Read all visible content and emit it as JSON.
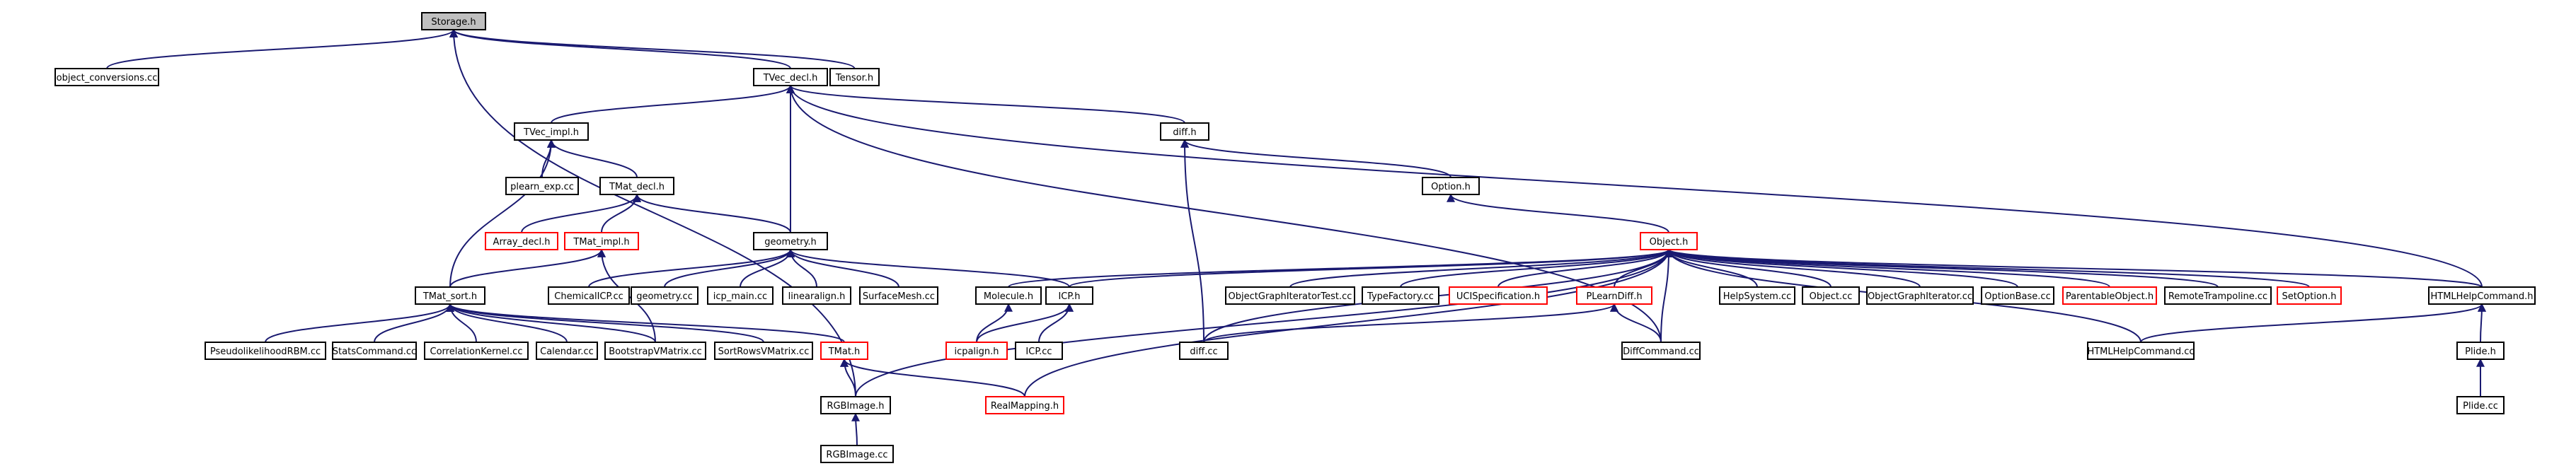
{
  "colors": {
    "edge": "#191970",
    "node_border": "#000000",
    "node_border_truncated": "#ff0000",
    "root_fill": "#bfbfbf",
    "node_fill": "#ffffff"
  },
  "nodes": [
    {
      "id": "storage",
      "label": "Storage.h",
      "root": true
    },
    {
      "id": "object_conversions",
      "label": "object_conversions.cc"
    },
    {
      "id": "tvec_decl",
      "label": "TVec_decl.h"
    },
    {
      "id": "tensor",
      "label": "Tensor.h"
    },
    {
      "id": "tvec_impl",
      "label": "TVec_impl.h"
    },
    {
      "id": "diff_h",
      "label": "diff.h"
    },
    {
      "id": "option_h",
      "label": "Option.h"
    },
    {
      "id": "plearn_exp",
      "label": "plearn_exp.cc"
    },
    {
      "id": "tmat_decl",
      "label": "TMat_decl.h"
    },
    {
      "id": "array_decl",
      "label": "Array_decl.h",
      "truncated": true
    },
    {
      "id": "tmat_impl",
      "label": "TMat_impl.h",
      "truncated": true
    },
    {
      "id": "geometry_h",
      "label": "geometry.h"
    },
    {
      "id": "object_h",
      "label": "Object.h",
      "truncated": true
    },
    {
      "id": "tmat_sort",
      "label": "TMat_sort.h"
    },
    {
      "id": "chemicalicp",
      "label": "ChemicalICP.cc"
    },
    {
      "id": "geometry_cc",
      "label": "geometry.cc"
    },
    {
      "id": "icp_main",
      "label": "icp_main.cc"
    },
    {
      "id": "linearalign",
      "label": "linearalign.h"
    },
    {
      "id": "surfacemesh",
      "label": "SurfaceMesh.cc"
    },
    {
      "id": "molecule",
      "label": "Molecule.h"
    },
    {
      "id": "icp_h",
      "label": "ICP.h"
    },
    {
      "id": "ogit_test",
      "label": "ObjectGraphIteratorTest.cc"
    },
    {
      "id": "typefactory",
      "label": "TypeFactory.cc"
    },
    {
      "id": "ucispec",
      "label": "UCISpecification.h",
      "truncated": true
    },
    {
      "id": "plearndiff",
      "label": "PLearnDiff.h",
      "truncated": true
    },
    {
      "id": "helpsystem",
      "label": "HelpSystem.cc"
    },
    {
      "id": "object_cc",
      "label": "Object.cc"
    },
    {
      "id": "ogit_cc",
      "label": "ObjectGraphIterator.cc"
    },
    {
      "id": "optionbase",
      "label": "OptionBase.cc"
    },
    {
      "id": "parentable",
      "label": "ParentableObject.h",
      "truncated": true
    },
    {
      "id": "remotetramp",
      "label": "RemoteTrampoline.cc"
    },
    {
      "id": "setoption",
      "label": "SetOption.h",
      "truncated": true
    },
    {
      "id": "htmlhelpcmd_h",
      "label": "HTMLHelpCommand.h"
    },
    {
      "id": "pseudolikelihood",
      "label": "PseudolikelihoodRBM.cc"
    },
    {
      "id": "statscmd",
      "label": "StatsCommand.cc"
    },
    {
      "id": "corrkernel",
      "label": "CorrelationKernel.cc"
    },
    {
      "id": "calendar",
      "label": "Calendar.cc"
    },
    {
      "id": "bootstrap",
      "label": "BootstrapVMatrix.cc"
    },
    {
      "id": "sortrows",
      "label": "SortRowsVMatrix.cc"
    },
    {
      "id": "tmat_h",
      "label": "TMat.h",
      "truncated": true
    },
    {
      "id": "icpalign",
      "label": "icpalign.h",
      "truncated": true
    },
    {
      "id": "icp_cc",
      "label": "ICP.cc"
    },
    {
      "id": "diff_cc",
      "label": "diff.cc"
    },
    {
      "id": "diffcommand",
      "label": "DiffCommand.cc"
    },
    {
      "id": "htmlhelpcmd_cc",
      "label": "HTMLHelpCommand.cc"
    },
    {
      "id": "plide_h",
      "label": "Plide.h"
    },
    {
      "id": "rgbimage_h",
      "label": "RGBImage.h"
    },
    {
      "id": "realmapping",
      "label": "RealMapping.h",
      "truncated": true
    },
    {
      "id": "plide_cc",
      "label": "Plide.cc"
    },
    {
      "id": "rgbimage_cc",
      "label": "RGBImage.cc"
    }
  ],
  "edges": [
    [
      "storage",
      "object_conversions"
    ],
    [
      "storage",
      "tvec_decl"
    ],
    [
      "storage",
      "tensor"
    ],
    [
      "storage",
      "rgbimage_h"
    ],
    [
      "tvec_decl",
      "tvec_impl"
    ],
    [
      "tvec_decl",
      "geometry_h"
    ],
    [
      "tvec_decl",
      "diff_h"
    ],
    [
      "tvec_decl",
      "htmlhelpcmd_h"
    ],
    [
      "tvec_decl",
      "diffcommand"
    ],
    [
      "tvec_impl",
      "plearn_exp"
    ],
    [
      "tvec_impl",
      "tmat_decl"
    ],
    [
      "tvec_impl",
      "tmat_sort"
    ],
    [
      "diff_h",
      "option_h"
    ],
    [
      "diff_h",
      "diff_cc"
    ],
    [
      "option_h",
      "object_h"
    ],
    [
      "tmat_decl",
      "array_decl"
    ],
    [
      "tmat_decl",
      "tmat_impl"
    ],
    [
      "tmat_decl",
      "geometry_h"
    ],
    [
      "tmat_impl",
      "tmat_sort"
    ],
    [
      "tmat_impl",
      "bootstrap"
    ],
    [
      "geometry_h",
      "chemicalicp"
    ],
    [
      "geometry_h",
      "geometry_cc"
    ],
    [
      "geometry_h",
      "icp_main"
    ],
    [
      "geometry_h",
      "linearalign"
    ],
    [
      "geometry_h",
      "surfacemesh"
    ],
    [
      "geometry_h",
      "icp_h"
    ],
    [
      "tmat_sort",
      "pseudolikelihood"
    ],
    [
      "tmat_sort",
      "statscmd"
    ],
    [
      "tmat_sort",
      "corrkernel"
    ],
    [
      "tmat_sort",
      "calendar"
    ],
    [
      "tmat_sort",
      "bootstrap"
    ],
    [
      "tmat_sort",
      "sortrows"
    ],
    [
      "tmat_sort",
      "tmat_h"
    ],
    [
      "object_h",
      "icp_h"
    ],
    [
      "object_h",
      "molecule"
    ],
    [
      "object_h",
      "ogit_test"
    ],
    [
      "object_h",
      "typefactory"
    ],
    [
      "object_h",
      "ucispec"
    ],
    [
      "object_h",
      "plearndiff"
    ],
    [
      "object_h",
      "helpsystem"
    ],
    [
      "object_h",
      "object_cc"
    ],
    [
      "object_h",
      "ogit_cc"
    ],
    [
      "object_h",
      "optionbase"
    ],
    [
      "object_h",
      "parentable"
    ],
    [
      "object_h",
      "remotetramp"
    ],
    [
      "object_h",
      "setoption"
    ],
    [
      "object_h",
      "htmlhelpcmd_h"
    ],
    [
      "object_h",
      "diff_cc"
    ],
    [
      "object_h",
      "diffcommand"
    ],
    [
      "object_h",
      "htmlhelpcmd_cc"
    ],
    [
      "object_h",
      "rgbimage_h"
    ],
    [
      "object_h",
      "realmapping"
    ],
    [
      "molecule",
      "icpalign"
    ],
    [
      "icp_h",
      "icpalign"
    ],
    [
      "icp_h",
      "icp_cc"
    ],
    [
      "plearndiff",
      "diff_cc"
    ],
    [
      "plearndiff",
      "diffcommand"
    ],
    [
      "htmlhelpcmd_h",
      "htmlhelpcmd_cc"
    ],
    [
      "htmlhelpcmd_h",
      "plide_h"
    ],
    [
      "plide_h",
      "plide_cc"
    ],
    [
      "tmat_h",
      "rgbimage_h"
    ],
    [
      "tmat_h",
      "realmapping"
    ],
    [
      "rgbimage_h",
      "rgbimage_cc"
    ]
  ]
}
